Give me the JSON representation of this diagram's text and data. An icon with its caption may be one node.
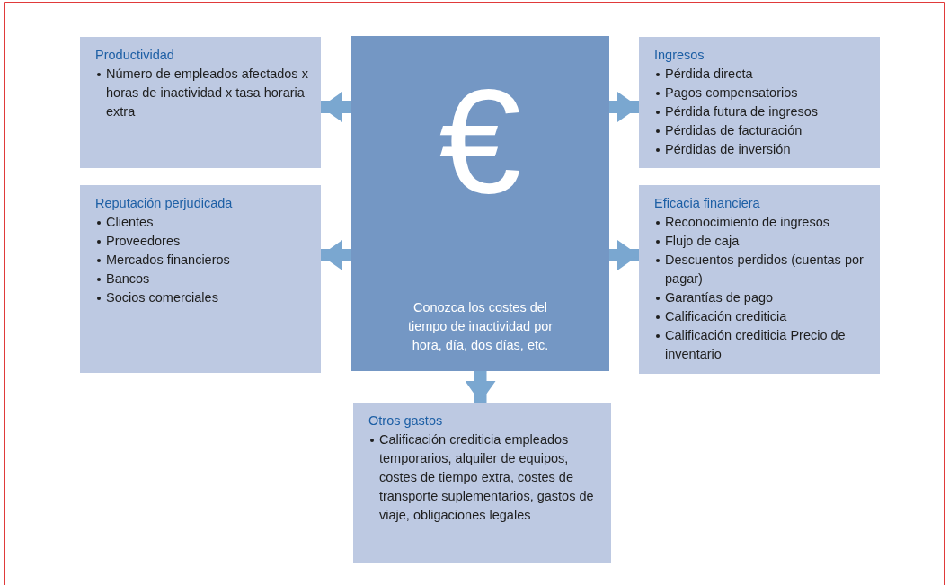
{
  "diagram": {
    "nodes": [
      {
        "text": [
          "Productividad",
          "Número de empleados afectados x horas de inactividad x tasa horaria extra"
        ]
      },
      {
        "text": [
          "€",
          "Conozca los costes del tiempo de inactividad por hora, día, dos días, etc."
        ]
      },
      {
        "text": [
          "Ingresos",
          "Pérdida directa",
          "Pagos compensatorios",
          "Pérdida futura de ingresos",
          "Pérdidas de facturación",
          "Pérdidas de inversión"
        ]
      },
      {
        "text": [
          "Reputación perjudicada",
          "Clientes",
          "Proveedores",
          "Mercados financieros",
          "Bancos",
          "Socios comerciales"
        ]
      },
      {
        "text": [
          "Eficacia financiera",
          "Reconocimiento de ingresos",
          "Flujo de caja",
          "Descuentos perdidos (cuentas por pagar)",
          "Garantías de pago",
          "Calificación crediticia",
          "Calificación crediticia Precio de inventario"
        ]
      },
      {
        "text": [
          "Otros gastos",
          "Calificación crediticia empleados temporarios, alquiler de equipos, costes de tiempo extra, costes de transporte suplementarios, gastos de viaje, obligaciones legales"
        ]
      }
    ],
    "edges": [
      {
        "from": 1,
        "to": 0,
        "arrow": "to"
      },
      {
        "from": 1,
        "to": 2,
        "arrow": "to"
      },
      {
        "from": 1,
        "to": 3,
        "arrow": "to"
      },
      {
        "from": 1,
        "to": 4,
        "arrow": "to"
      },
      {
        "from": 1,
        "to": 5,
        "arrow": "to"
      }
    ]
  }
}
